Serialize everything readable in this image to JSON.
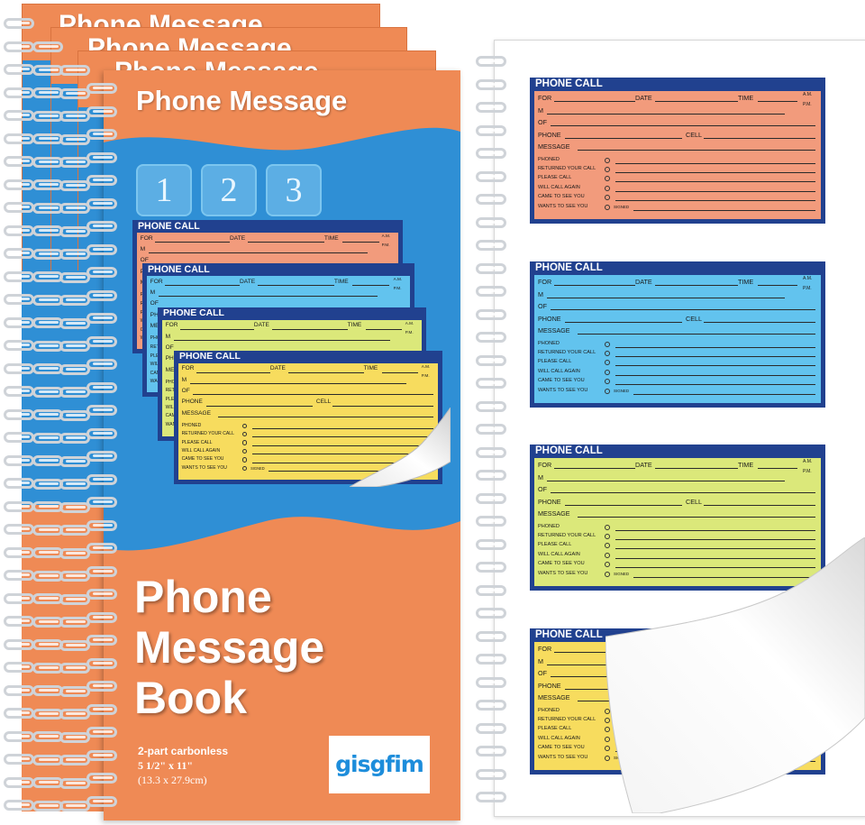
{
  "cover": {
    "top_title": "Phone Message",
    "numbers": [
      "1",
      "2",
      "3"
    ],
    "big_title_lines": [
      "Phone",
      "Message",
      "Book"
    ],
    "carbonless": "2-part carbonless",
    "size_imperial": "5 1/2\" x 11\"",
    "size_metric": "(13.3 x 27.9cm)",
    "brand": "gisgfim",
    "back_titles": [
      "Phone Message",
      "Phone Message",
      "Phone Message"
    ]
  },
  "slip": {
    "header": "PHONE CALL",
    "for": "FOR",
    "date": "DATE",
    "time": "TIME",
    "am": "A.M.",
    "pm": "P.M.",
    "m": "M",
    "of": "OF",
    "phone": "PHONE",
    "cell": "CELL",
    "message": "MESSAGE",
    "checks": [
      "PHONED",
      "RETURNED YOUR CALL",
      "PLEASE CALL",
      "WILL CALL AGAIN",
      "CAME TO SEE YOU",
      "WANTS TO SEE YOU"
    ],
    "signed": "SIGNED"
  },
  "colors": {
    "cover_orange": "#ef8a55",
    "cover_blue": "#2f8fd5",
    "slip_border": "#21418f",
    "slip_orange": "#f29b7c",
    "slip_blue": "#62c3ee",
    "slip_green": "#dbe87a",
    "slip_yellow": "#f7dc5e"
  },
  "icons": {
    "spiral": "spiral-binding-icon",
    "page_curl": "page-curl-icon"
  }
}
